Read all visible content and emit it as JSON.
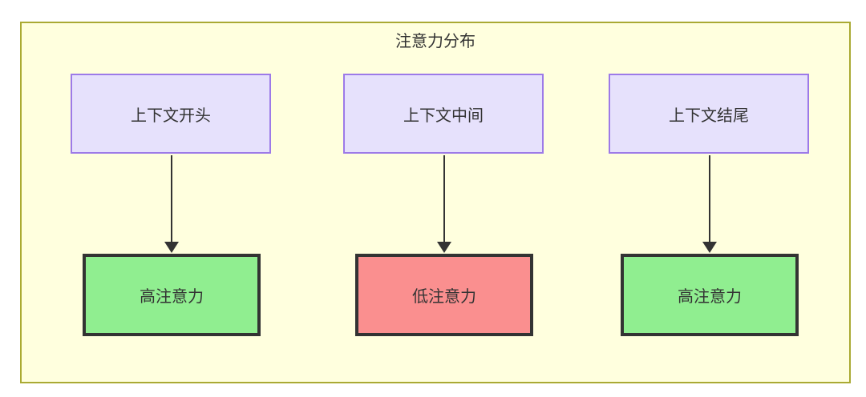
{
  "diagram": {
    "title": "注意力分布",
    "container": {
      "fill": "#ffffde",
      "stroke": "#aaaa33"
    },
    "context_nodes": [
      {
        "id": "ctx-start",
        "label": "上下文开头",
        "fill": "#e6e1fc",
        "stroke": "#9d7ae8"
      },
      {
        "id": "ctx-middle",
        "label": "上下文中间",
        "fill": "#e6e1fc",
        "stroke": "#9d7ae8"
      },
      {
        "id": "ctx-end",
        "label": "上下文结尾",
        "fill": "#e6e1fc",
        "stroke": "#9d7ae8"
      }
    ],
    "attention_nodes": [
      {
        "id": "attn-start",
        "label": "高注意力",
        "fill": "#90ee90",
        "stroke": "#333333"
      },
      {
        "id": "attn-middle",
        "label": "低注意力",
        "fill": "#fa8f8f",
        "stroke": "#333333"
      },
      {
        "id": "attn-end",
        "label": "高注意力",
        "fill": "#90ee90",
        "stroke": "#333333"
      }
    ],
    "edges": [
      {
        "from": "上下文开头",
        "to": "高注意力",
        "label": ""
      },
      {
        "from": "上下文中间",
        "to": "低注意力",
        "label": ""
      },
      {
        "from": "上下文结尾",
        "to": "高注意力",
        "label": ""
      }
    ]
  }
}
